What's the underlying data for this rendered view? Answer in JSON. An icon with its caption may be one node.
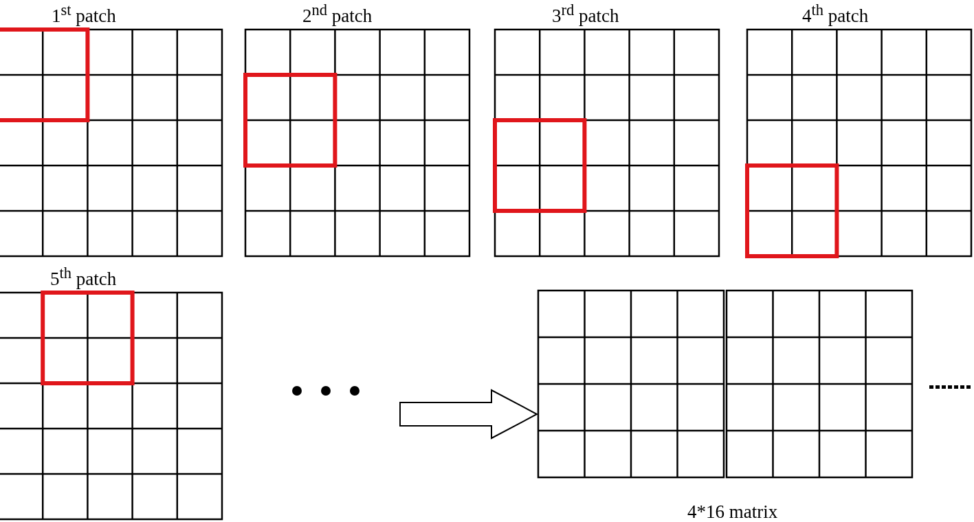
{
  "diagram": {
    "nodes": [
      {
        "text": [
          "1$^{st}$ patch"
        ]
      },
      {
        "text": [
          "2$^{nd}$ patch"
        ]
      },
      {
        "text": [
          "3$^{rd}$ patch"
        ]
      },
      {
        "text": [
          "4$^{th}$ patch"
        ]
      },
      {
        "text": [
          "5$^{th}$ patch"
        ]
      },
      {
        "text": [
          "4*16 matrix"
        ]
      }
    ],
    "edges": [
      {
        "from": null,
        "to": 5,
        "arrow": "to"
      }
    ]
  }
}
